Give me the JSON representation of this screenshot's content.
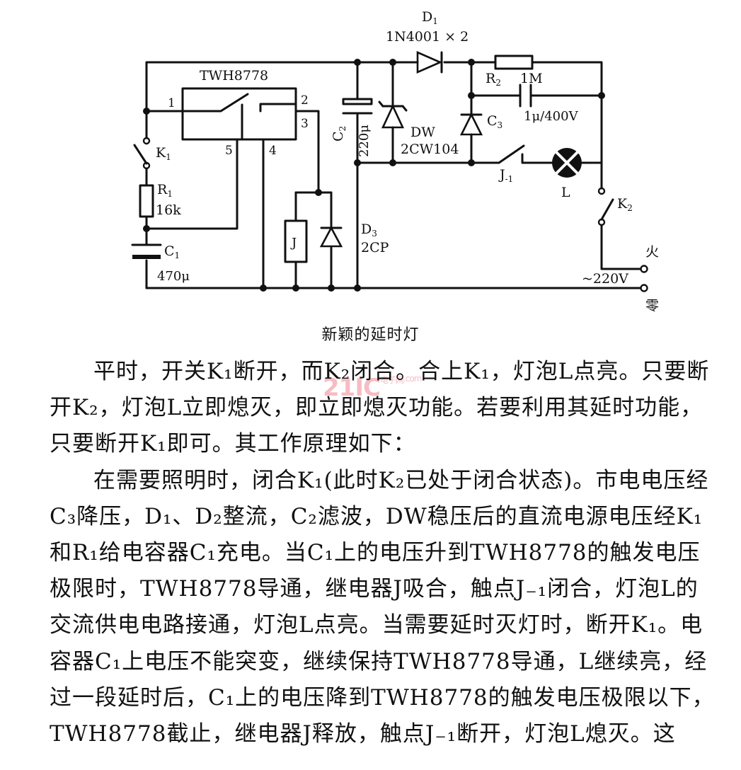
{
  "circuit": {
    "d1_name": "D",
    "d1_sub": "1",
    "d1_part": "1N4001 × 2",
    "ic_name": "TWH8778",
    "pin1": "1",
    "pin2": "2",
    "pin3": "3",
    "pin4": "4",
    "pin5": "5",
    "k1_name": "K",
    "k1_sub": "1",
    "r1_name": "R",
    "r1_sub": "1",
    "r1_value": "16k",
    "c1_name": "C",
    "c1_sub": "1",
    "c1_value": "470μ",
    "c2_name": "C",
    "c2_sub": "2",
    "c2_value": "220μ",
    "dw_name": "DW",
    "dw_part": "2CW104",
    "r2_name": "R",
    "r2_sub": "2",
    "r2_value": "1M",
    "c3_name": "C",
    "c3_sub": "3",
    "c3_value": "1μ/400V",
    "relay_contact": "J",
    "relay_contact_sub": "-1",
    "lamp_name": "L",
    "relay_coil": "J",
    "d3_name": "D",
    "d3_sub": "3",
    "d3_part": "2CP",
    "k2_name": "K",
    "k2_sub": "2",
    "live_label": "火",
    "neutral_label": "零",
    "mains_label": "~220V"
  },
  "caption": "新颖的延时灯",
  "watermark": {
    "main": "21IC",
    "small": "电子网",
    "domain": ".com"
  },
  "paragraphs": [
    "平时，开关K₁断开，而K₂闭合。合上K₁，灯泡L点亮。只要断开K₂，灯泡L立即熄灭，即立即熄灭功能。若要利用其延时功能，只要断开K₁即可。其工作原理如下：",
    "在需要照明时，闭合K₁(此时K₂已处于闭合状态)。市电电压经C₃降压，D₁、D₂整流，C₂滤波，DW稳压后的直流电源电压经K₁和R₁给电容器C₁充电。当C₁上的电压升到TWH8778的触发电压极限时，TWH8778导通，继电器J吸合，触点J₋₁闭合，灯泡L的交流供电电路接通，灯泡L点亮。当需要延时灭灯时，断开K₁。电容器C₁上电压不能突变，继续保持TWH8778导通，L继续亮，经过一段延时后，C₁上的电压降到TWH8778的触发电压极限以下，TWH8778截止，继电器J释放，触点J₋₁断开，灯泡L熄灭。这"
  ]
}
